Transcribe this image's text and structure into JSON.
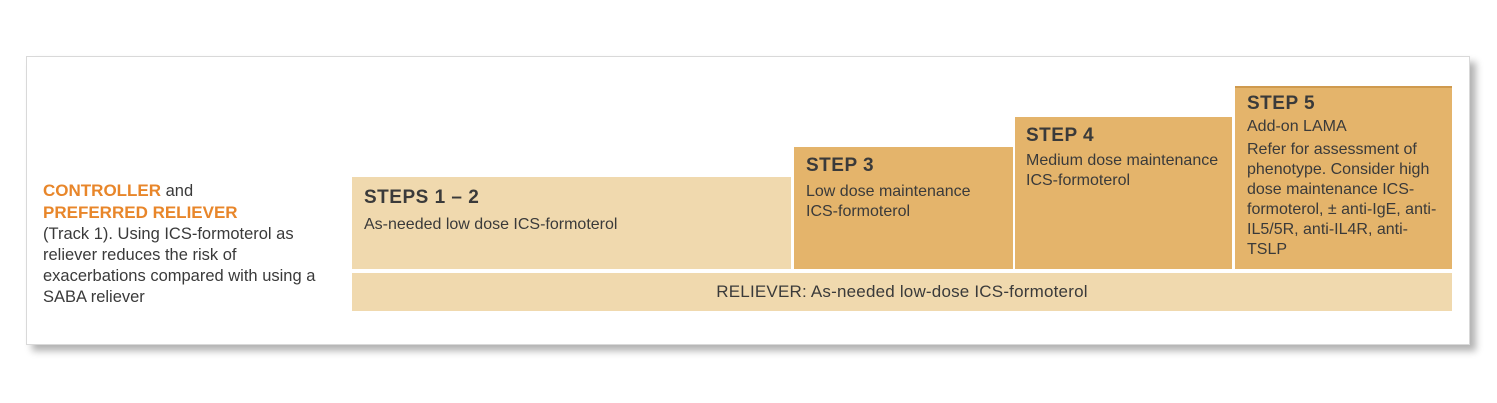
{
  "left_panel": {
    "controller_label": "CONTROLLER",
    "and_text": " and",
    "preferred_label": "PREFERRED RELIEVER",
    "description": "(Track 1). Using ICS-formoterol as reliever reduces the risk of exacerbations compared with using a SABA reliever"
  },
  "steps": [
    {
      "title": "STEPS 1 – 2",
      "body": "As-needed low dose ICS-formoterol"
    },
    {
      "title": "STEP 3",
      "body": "Low dose maintenance ICS-formoterol"
    },
    {
      "title": "STEP 4",
      "body": "Medium dose maintenance ICS-formoterol"
    },
    {
      "title": "STEP 5",
      "body": "Add-on LAMA",
      "body2": "Refer for assessment of phenotype. Consider high dose maintenance ICS-formoterol, ± anti-IgE, anti-IL5/5R, anti-IL4R, anti-TSLP"
    }
  ],
  "reliever_bar": {
    "text": "RELIEVER: As-needed  low-dose ICS-formoterol"
  },
  "colors": {
    "accent_orange": "#e8862a",
    "light_step": "#f0d9ae",
    "dark_step": "#e4b46b",
    "text": "#3a3a3a"
  }
}
